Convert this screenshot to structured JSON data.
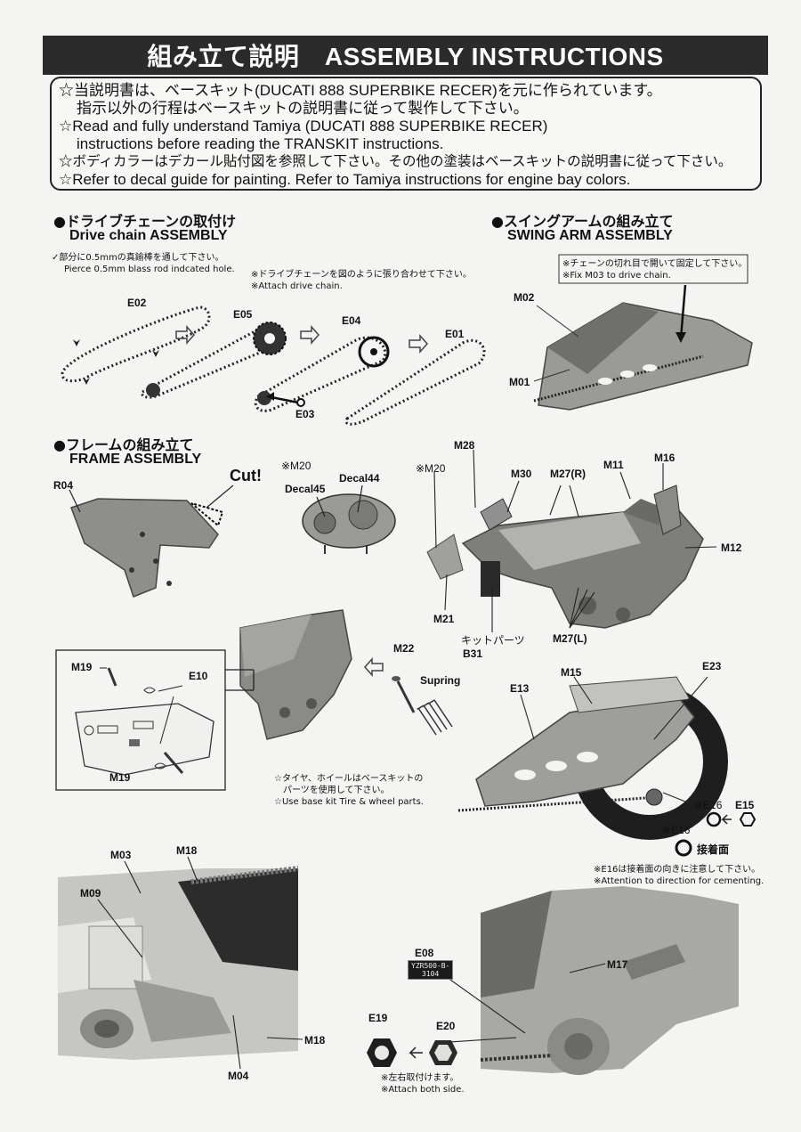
{
  "header": {
    "title": "組み立て説明　ASSEMBLY INSTRUCTIONS"
  },
  "notes": [
    "☆当説明書は、ベースキット(DUCATI 888 SUPERBIKE RECER)を元に作られています。",
    "指示以外の行程はベースキットの説明書に従って製作して下さい。",
    "☆Read and fully understand Tamiya (DUCATI 888 SUPERBIKE RECER)",
    "instructions before reading the TRANSKIT instructions.",
    "☆ボディカラーはデカール貼付図を参照して下さい。その他の塗装はベースキットの説明書に従って下さい。",
    "☆Refer to decal guide for painting. Refer to Tamiya instructions for engine bay colors."
  ],
  "drive_chain": {
    "title_jp": "●ドライブチェーンの取付け",
    "title_en": "Drive chain ASSEMBLY",
    "note_pierce_jp": "部分に0.5mmの真鍮棒を通して下さい。",
    "note_pierce_en": "Pierce 0.5mm blass rod indcated hole.",
    "note_attach_jp": "※ドライブチェーンを図のように張り合わせて下さい。",
    "note_attach_en": "※Attach drive chain.",
    "labels": {
      "e02": "E02",
      "e05": "E05",
      "e04": "E04",
      "e01": "E01",
      "e03": "E03"
    }
  },
  "swing_arm": {
    "title_jp": "●スイングアームの組み立て",
    "title_en": "SWING ARM ASSEMBLY",
    "note_jp": "※チェーンの切れ目で開いて固定して下さい。",
    "note_en": "※Fix M03 to drive chain.",
    "labels": {
      "m02": "M02",
      "m01": "M01"
    }
  },
  "frame": {
    "title_jp": "●フレームの組み立て",
    "title_en": "FRAME ASSEMBLY",
    "cut": "Cut!",
    "labels": {
      "r04": "R04",
      "m20a": "※M20",
      "decal45": "Decal45",
      "decal44": "Decal44",
      "m28": "M28",
      "m20b": "※M20",
      "m30": "M30",
      "m27r": "M27(R)",
      "m11": "M11",
      "m16": "M16",
      "m12": "M12",
      "m21": "M21",
      "kit_jp": "キットパーツ",
      "b31": "B31",
      "m27l": "M27(L)"
    }
  },
  "rear": {
    "labels": {
      "m19a": "M19",
      "e10": "E10",
      "m19b": "M19",
      "m22": "M22",
      "supring": "Supring",
      "e13": "E13",
      "m15": "M15",
      "e23": "E23",
      "e16a": "※E16",
      "e15": "E15",
      "e16b": "※E16",
      "contact": "接着面"
    },
    "note_tire_jp": "☆タイヤ、ホイールはベースキットの",
    "note_tire_jp2": "パーツを使用して下さい。",
    "note_tire_en": "☆Use base kit Tire & wheel parts.",
    "note_e16_jp": "※E16は接着面の向きに注意して下さい。",
    "note_e16_en": "※Attention to direction for cementing."
  },
  "bottom": {
    "labels": {
      "m03": "M03",
      "m18a": "M18",
      "m09": "M09",
      "m18b": "M18",
      "m04": "M04",
      "e08": "E08",
      "m17": "M17",
      "e19": "E19",
      "e20": "E20"
    },
    "plate_text": "YZR500-B-\n3104",
    "note_jp": "※左右取付けます。",
    "note_en": "※Attach both side."
  },
  "colors": {
    "ink": "#111111",
    "paper": "#f4f4f2",
    "title_bg": "#2b2b2b",
    "part_grey": "#8e8e8a"
  }
}
